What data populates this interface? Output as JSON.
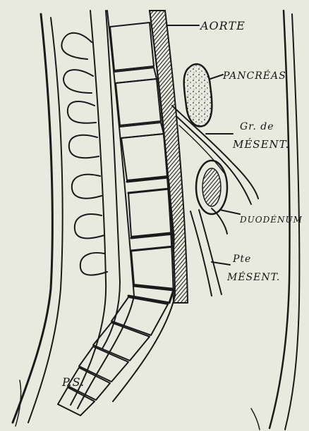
{
  "figure": {
    "background": "#e9eadf",
    "ink": "#1a1a1a",
    "labels": {
      "aorte": "AORTE",
      "pancreas": "PANCRÉAS",
      "grande_mesent_line1": "Gr. de",
      "grande_mesent_line2": "MÉSENT.",
      "duodenum": "DUODÉNUM",
      "petite_mesent_line1": "Pte",
      "petite_mesent_line2": "MÉSENT."
    },
    "signature": "P.S."
  }
}
